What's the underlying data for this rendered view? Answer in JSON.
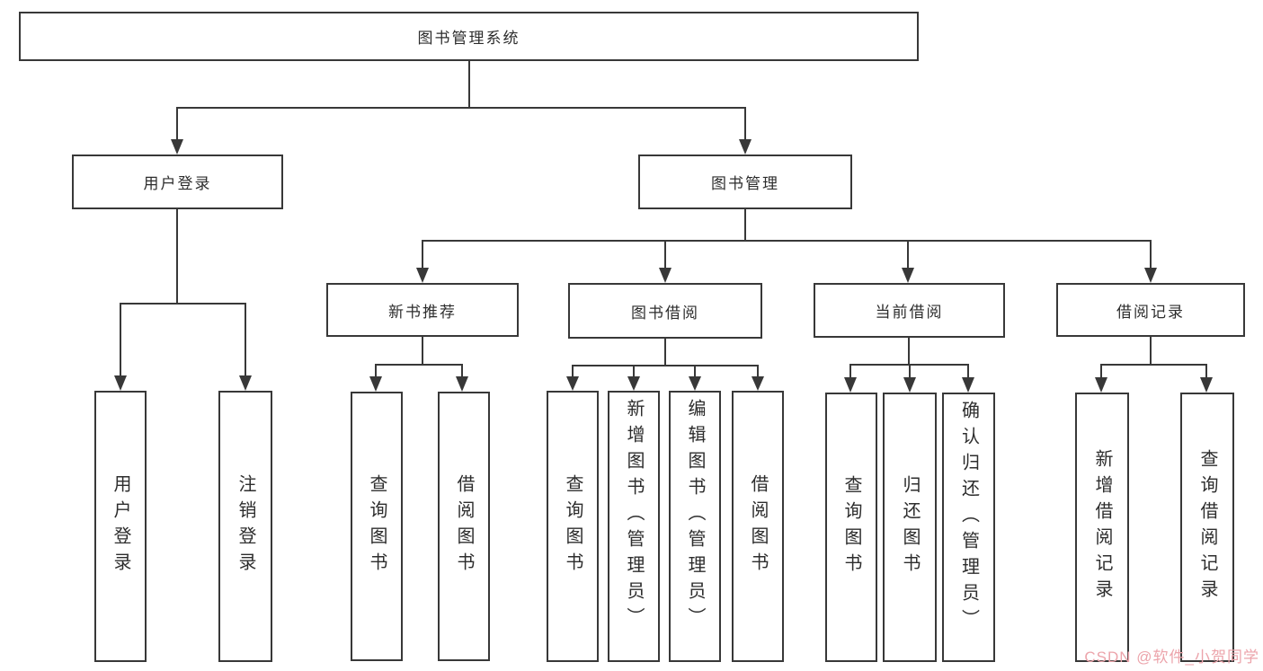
{
  "diagram_type": "hierarchy-tree",
  "colors": {
    "line": "#383838",
    "node_border": "#383838",
    "node_background": "#ffffff",
    "text": "#2d2d2d",
    "watermark": "#eca4ab",
    "background": "#ffffff"
  },
  "nodes": {
    "root": {
      "label": "图书管理系统"
    },
    "user_login": {
      "label": "用户登录"
    },
    "book_mgmt": {
      "label": "图书管理"
    },
    "new_rec": {
      "label": "新书推荐"
    },
    "borrow": {
      "label": "图书借阅"
    },
    "current": {
      "label": "当前借阅"
    },
    "records": {
      "label": "借阅记录"
    },
    "ul_login": {
      "label": "用户登录"
    },
    "ul_logout": {
      "label": "注销登录"
    },
    "nr_query": {
      "label": "查询图书"
    },
    "nr_borrow": {
      "label": "借阅图书"
    },
    "bb_query": {
      "label": "查询图书"
    },
    "bb_add": {
      "label": "新增图书（管理员）"
    },
    "bb_edit": {
      "label": "编辑图书（管理员）"
    },
    "bb_borrow": {
      "label": "借阅图书"
    },
    "cb_query": {
      "label": "查询图书"
    },
    "cb_return": {
      "label": "归还图书"
    },
    "cb_confirm": {
      "label": "确认归还（管理员）"
    },
    "br_add": {
      "label": "新增借阅记录"
    },
    "br_query": {
      "label": "查询借阅记录"
    }
  },
  "watermark": "CSDN @软件_小贺同学"
}
